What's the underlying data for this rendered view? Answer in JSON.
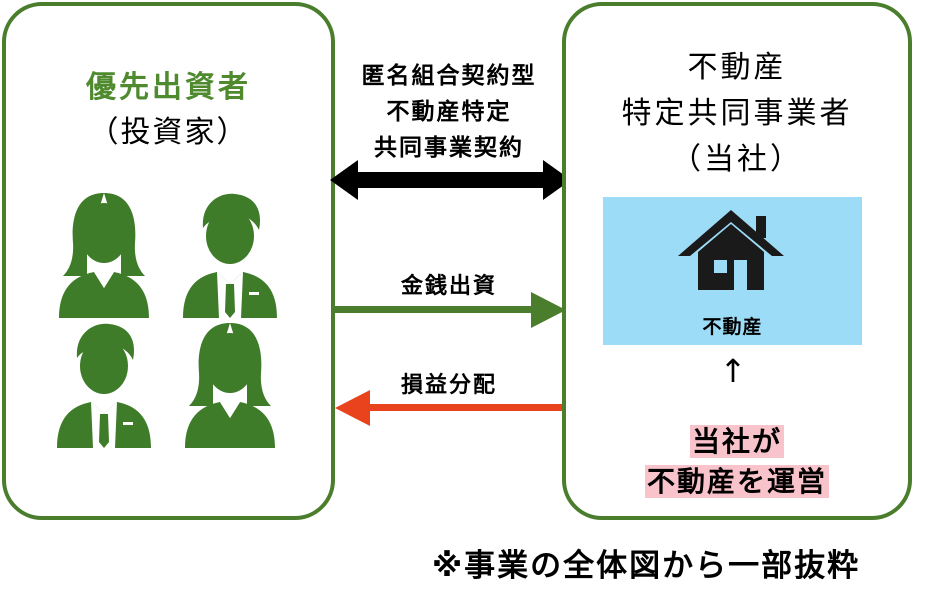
{
  "left": {
    "title": "優先出資者",
    "subtitle": "（投資家）"
  },
  "right": {
    "title_line1": "不動産",
    "title_line2": "特定共同事業者",
    "title_line3": "（当社）",
    "property_label": "不動産",
    "up_arrow": "↑",
    "operates_line1": "当社が",
    "operates_line2": "不動産を運営"
  },
  "contract": {
    "line1": "匿名組合契約型",
    "line2": "不動産特定",
    "line3": "共同事業契約"
  },
  "investment_label": "金銭出資",
  "distribution_label": "損益分配",
  "footnote": "※事業の全体図から一部抜粋",
  "colors": {
    "green": "#4a7d2c",
    "red": "#e8431c",
    "black": "#000000",
    "panel": "#9ddcf6",
    "highlight": "#f9c3cb"
  },
  "icons": [
    "female-investor-icon",
    "male-investor-icon",
    "male-investor-icon",
    "female-investor-icon",
    "house-icon"
  ]
}
